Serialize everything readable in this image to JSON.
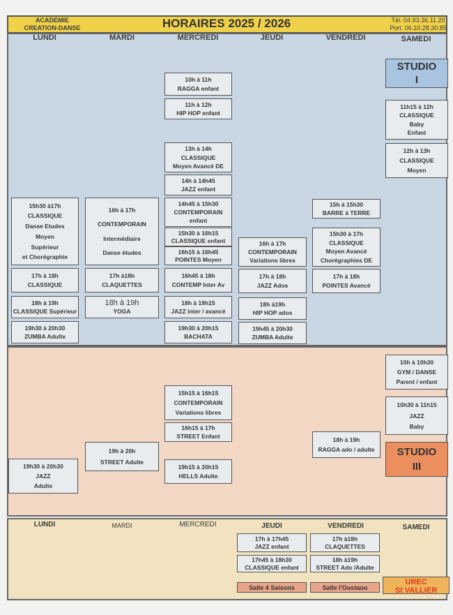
{
  "header": {
    "school": [
      "ACADEMIE",
      "CREATION-DANSE"
    ],
    "title": "HORAIRES 2025 / 2026",
    "phone": "Tél. 04.93.36.11.20",
    "mobile": "Port. 06.10.28.30.85"
  },
  "days": [
    "LUNDI",
    "MARDI",
    "MERCREDI",
    "JEUDI",
    "VENDREDI",
    "SAMEDI"
  ],
  "bottom_days": [
    "LUNDI",
    "MARDI",
    "MERCREDI",
    "JEUDI",
    "VENDREDI",
    "SAMEDI"
  ],
  "colors": {
    "header": "#f0d24a",
    "studio1": "#c9d6e3",
    "studio3": "#f1d7c4",
    "st_vallier": "#f1e3bf"
  },
  "boxes": [
    {
      "lines": [
        "10h à 11h",
        "RAGGA enfant"
      ]
    },
    {
      "lines": [
        "11h à 12h",
        "HIP HOP enfant"
      ]
    },
    {
      "lines": [
        "13h à 14h",
        "CLASSIQUE",
        "Moyen Avancé DE"
      ]
    },
    {
      "lines": [
        "14h à 14h45",
        "JAZZ enfant"
      ]
    },
    {
      "lines": [
        "14h45 à 15h30",
        "CONTEMPORAIN",
        "enfant"
      ]
    },
    {
      "lines": [
        "15h30 à 16h15",
        "CLASSIQUE enfant"
      ]
    },
    {
      "lines": [
        "16h15 à 16h45",
        "POINTES Moyen"
      ]
    },
    {
      "lines": [
        "16h45 à 18h",
        "CONTEMP Inter Av"
      ]
    },
    {
      "lines": [
        "18h à 19h15",
        "JAZZ inter / avancé"
      ]
    },
    {
      "lines": [
        "19h30 à 20h15",
        "BACHATA"
      ]
    },
    {
      "lines": [
        "15h30 à17h",
        "CLASSIQUE",
        "Danse Etudes",
        "Moyen",
        "Supérieur",
        "et Chorégraphie"
      ]
    },
    {
      "lines": [
        "17h à 18h",
        "CLASSIQUE"
      ]
    },
    {
      "lines": [
        "18h à 19h",
        "CLASSIQUE Supérieur"
      ]
    },
    {
      "lines": [
        "19h30 à 20h30",
        "ZUMBA Adulte"
      ]
    },
    {
      "lines": [
        "16h à 17h",
        "CONTEMPORAIN",
        "Intermédiaire",
        "Danse études"
      ]
    },
    {
      "lines": [
        "17h à18h",
        "CLAQUETTES"
      ]
    },
    {
      "lines": [
        "18h à 19h",
        "YOGA"
      ]
    },
    {
      "lines": [
        "16h à 17h",
        "CONTEMPORAIN",
        "Variations libres"
      ]
    },
    {
      "lines": [
        "17h à 18h",
        "JAZZ Ados"
      ]
    },
    {
      "lines": [
        "18h à19h",
        "HIP HOP ados"
      ]
    },
    {
      "lines": [
        "19h45 à 20h30",
        "ZUMBA Adulte"
      ]
    },
    {
      "lines": [
        "15h  à 15h30",
        "BARRE à TERRE"
      ]
    },
    {
      "lines": [
        "15h30 à 17h",
        "CLASSIQUE",
        "Moyen Avancé",
        "Chorégraphies DE"
      ]
    },
    {
      "lines": [
        "17h à 18h",
        "POINTES  Avancé"
      ]
    },
    {
      "lines": [
        "STUDIO",
        "I"
      ]
    },
    {
      "lines": [
        "11h15 à 12h",
        "CLASSIQUE",
        "Baby",
        "Enfant"
      ]
    },
    {
      "lines": [
        "12h à 13h",
        "CLASSIQUE",
        "Moyen"
      ]
    },
    {
      "lines": [
        "10h à 10h30",
        "GYM / DANSE",
        "Parent / enfant"
      ]
    },
    {
      "lines": [
        "10h30 à 11h15",
        "JAZZ",
        "Baby"
      ]
    },
    {
      "lines": [
        "STUDIO",
        "III"
      ]
    },
    {
      "lines": [
        "15h15 à 16h15",
        "CONTEMPORAIN",
        "Variations libres"
      ]
    },
    {
      "lines": [
        "16h15 à 17h",
        "STREET Enfant"
      ]
    },
    {
      "lines": [
        "19h15 à 20h15",
        "HELLS Adulte"
      ]
    },
    {
      "lines": [
        "19h à 20h",
        "STREET Adulte"
      ]
    },
    {
      "lines": [
        "19h30 à 20h30",
        "JAZZ",
        "Adulte"
      ]
    },
    {
      "lines": [
        "18h à 19h",
        "RAGGA ado / adulte"
      ]
    },
    {
      "lines": [
        "17h à 17h45",
        "JAZZ enfant"
      ]
    },
    {
      "lines": [
        "17h45 à 18h30",
        "CLASSIQUE enfant"
      ]
    },
    {
      "lines": [
        "17h à18h",
        "CLAQUETTES"
      ]
    },
    {
      "lines": [
        "18h à19h",
        "STREET Ado /Adulte"
      ]
    },
    {
      "lines": [
        "Salle 4 Saisons"
      ]
    },
    {
      "lines": [
        "Salle l'Oustaou"
      ]
    },
    {
      "lines": [
        "UREC",
        "St VALLIER"
      ]
    }
  ]
}
